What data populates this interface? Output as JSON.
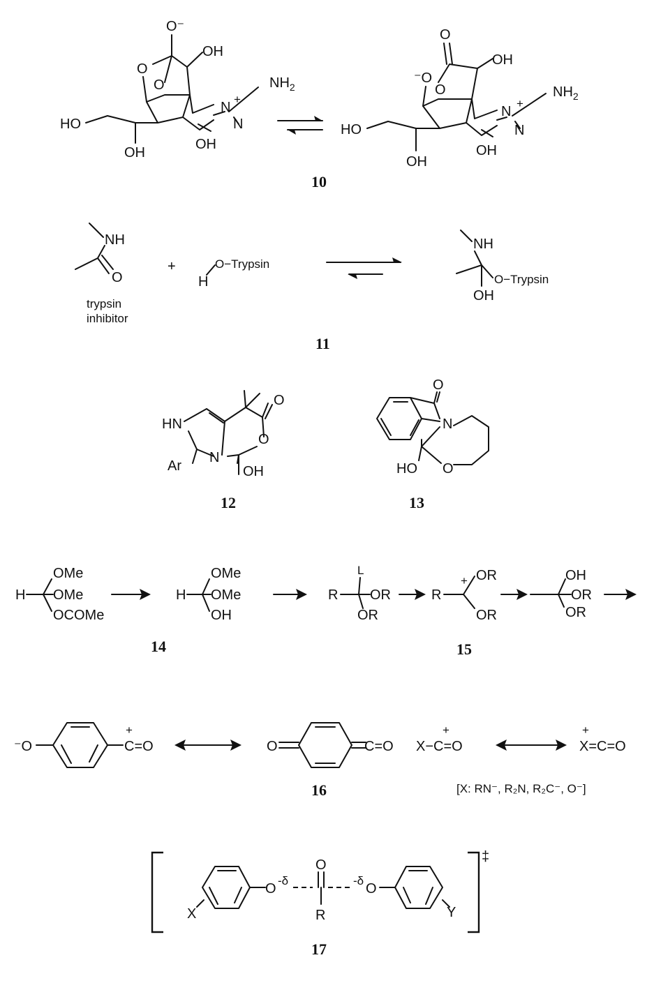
{
  "compounds": {
    "c10": {
      "number": "10",
      "left": {
        "o_minus": "O⁻",
        "oh_top": "OH",
        "nh2": "NH",
        "nh2_sub": "2",
        "n_plus": "N",
        "plus": "+",
        "n": "N",
        "ho": "HO",
        "oh_bottom1": "OH",
        "oh_bottom2": "OH",
        "o1": "O",
        "o2": "O"
      },
      "right": {
        "o_top": "O",
        "oh_top": "OH",
        "o_minus": "⁻O",
        "o_ring": "O",
        "nh2": "NH",
        "nh2_sub": "2",
        "n_plus": "N",
        "plus": "+",
        "n": "N",
        "ho": "HO",
        "oh_bottom1": "OH",
        "oh_bottom2": "OH"
      }
    },
    "c11": {
      "number": "11",
      "nh": "NH",
      "o": "O",
      "caption_line1": "trypsin",
      "caption_line2": "inhibitor",
      "plus": "+",
      "h": "H",
      "o_trypsin": "O−Trypsin",
      "product_nh": "NH",
      "product_o_trypsin": "O−Trypsin",
      "product_oh": "OH"
    },
    "c12": {
      "number": "12",
      "hn": "HN",
      "n": "N",
      "o_ring": "O",
      "o_carbonyl": "O",
      "ar": "Ar",
      "oh": "OH"
    },
    "c13": {
      "number": "13",
      "o_carbonyl": "O",
      "n": "N",
      "ho": "HO",
      "o_ring": "O"
    },
    "c14": {
      "number": "14",
      "s1": {
        "h": "H",
        "ome1": "OMe",
        "ome2": "OMe",
        "ocome": "OCOMe"
      },
      "s2": {
        "h": "H",
        "ome1": "OMe",
        "ome2": "OMe",
        "oh": "OH"
      }
    },
    "c15": {
      "number": "15",
      "s3": {
        "r": "R",
        "l": "L",
        "or1": "OR",
        "or2": "OR"
      },
      "s4": {
        "r": "R",
        "plus": "+",
        "or1": "OR",
        "or2": "OR"
      },
      "s5": {
        "oh": "OH",
        "or1": "OR",
        "or2": "OR"
      }
    },
    "c16": {
      "number": "16",
      "o_minus": "⁻O",
      "plus1": "+",
      "acylium1": "C=O",
      "quinone_o": "O",
      "ketene": "C=O",
      "x_co": "X−C=O",
      "plus2": "+",
      "plus3": "+",
      "x_eq": "X=C=O",
      "note": "[X: RN⁻, R₂N, R₂C⁻, O⁻]"
    },
    "c17": {
      "number": "17",
      "x": "X",
      "y": "Y",
      "o_left": "O",
      "delta_left": "-δ",
      "delta_right": "-δ",
      "o_right": "O",
      "o_top": "O",
      "r": "R",
      "dagger": "‡"
    }
  }
}
